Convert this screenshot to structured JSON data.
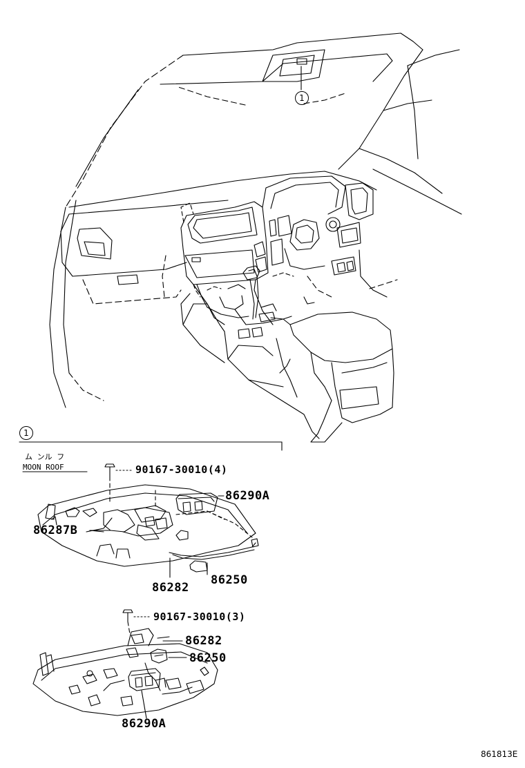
{
  "callout_id": "1",
  "section": {
    "title_jp": "ム ンル フ",
    "title_en": "MOON ROOF"
  },
  "upper_assembly": {
    "screw": "90167-30010(4)",
    "lamp": "86290A",
    "bracket": "86287B",
    "cover": "86282",
    "wire": "86250"
  },
  "lower_assembly": {
    "screw": "90167-30010(3)",
    "cover": "86282",
    "wire": "86250",
    "lamp": "86290A"
  },
  "diagram_id": "861813E"
}
